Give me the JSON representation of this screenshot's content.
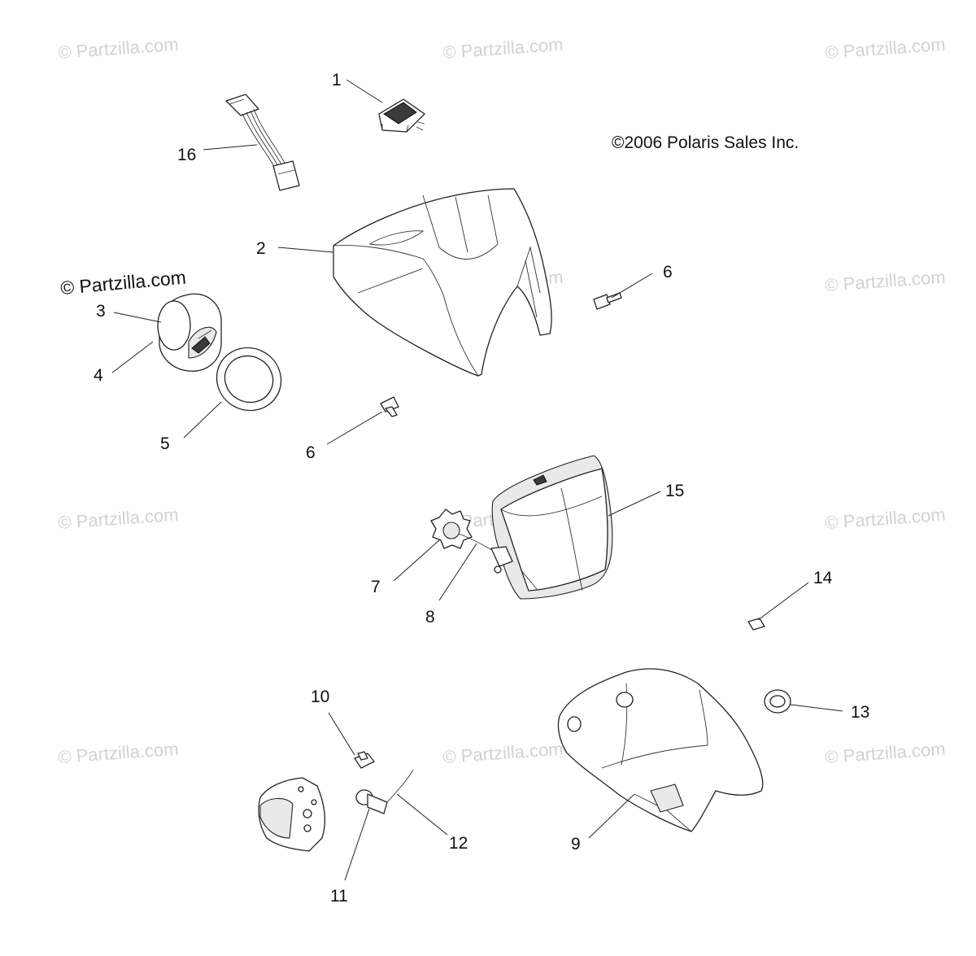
{
  "copyright": "©2006 Polaris Sales Inc.",
  "watermark_primary": "© Partzilla.com",
  "watermark_faint": "© Partzilla.com",
  "callouts": {
    "c1": "1",
    "c2": "2",
    "c3": "3",
    "c4": "4",
    "c5": "5",
    "c6a": "6",
    "c6b": "6",
    "c7": "7",
    "c8": "8",
    "c9": "9",
    "c10": "10",
    "c11": "11",
    "c12": "12",
    "c13": "13",
    "c14": "14",
    "c15": "15",
    "c16": "16"
  }
}
